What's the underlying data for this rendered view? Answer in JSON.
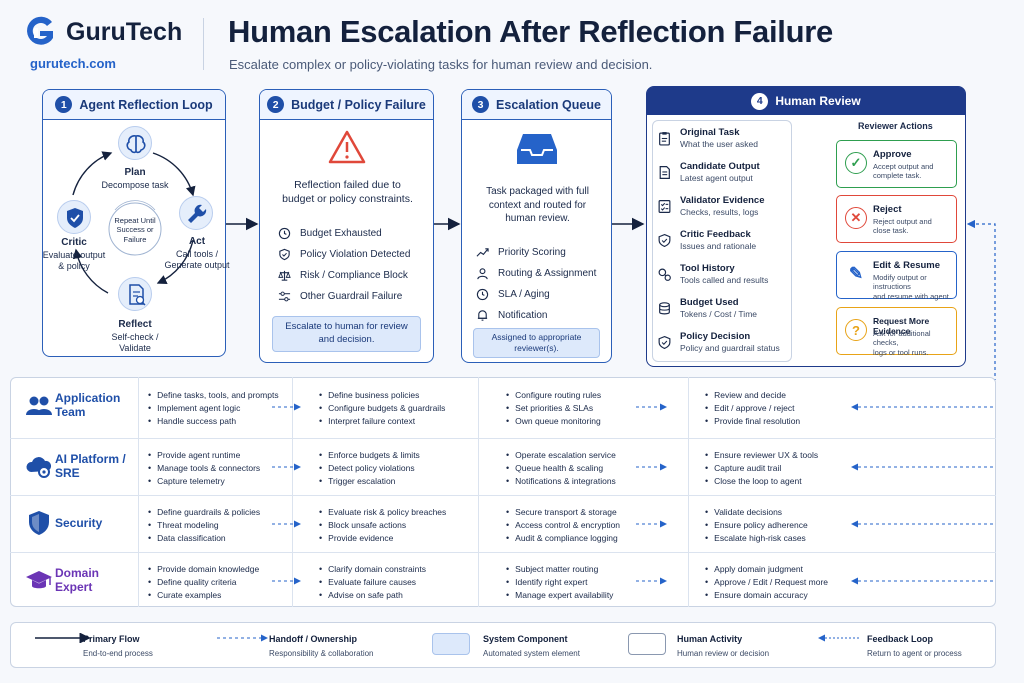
{
  "brand": {
    "name": "GuruTech",
    "url": "gurutech.com"
  },
  "header": {
    "title": "Human Escalation After Reflection Failure",
    "subtitle": "Escalate complex or policy-violating tasks for human review and decision."
  },
  "stages": {
    "s1": {
      "num": "1",
      "title": "Agent Reflection Loop",
      "plan_t": "Plan",
      "plan_s": "Decompose task",
      "act_t": "Act",
      "act_s1": "Call tools /",
      "act_s2": "Generate output",
      "reflect_t": "Reflect",
      "reflect_s1": "Self-check /",
      "reflect_s2": "Validate",
      "critic_t": "Critic",
      "critic_s1": "Evaluate output",
      "critic_s2": "& policy",
      "center1": "Repeat Until",
      "center2": "Success or",
      "center3": "Failure"
    },
    "s2": {
      "num": "2",
      "title": "Budget / Policy Failure",
      "text1": "Reflection failed due to",
      "text2": "budget or policy constraints.",
      "items": [
        "Budget Exhausted",
        "Policy Violation Detected",
        "Risk / Compliance Block",
        "Other Guardrail Failure"
      ],
      "note1": "Escalate to human for review",
      "note2": "and decision."
    },
    "s3": {
      "num": "3",
      "title": "Escalation Queue",
      "text1": "Task packaged with full",
      "text2": "context and routed for",
      "text3": "human review.",
      "items": [
        "Priority Scoring",
        "Routing & Assignment",
        "SLA / Aging",
        "Notification"
      ],
      "note1": "Assigned to appropriate",
      "note2": "reviewer(s)."
    },
    "s4": {
      "num": "4",
      "title": "Human Review",
      "items": [
        {
          "t": "Original Task",
          "s": "What the user asked"
        },
        {
          "t": "Candidate Output",
          "s": "Latest agent output"
        },
        {
          "t": "Validator Evidence",
          "s": "Checks, results, logs"
        },
        {
          "t": "Critic Feedback",
          "s": "Issues and rationale"
        },
        {
          "t": "Tool History",
          "s": "Tools called and results"
        },
        {
          "t": "Budget Used",
          "s": "Tokens / Cost / Time"
        },
        {
          "t": "Policy Decision",
          "s": "Policy and guardrail status"
        }
      ],
      "actions_title": "Reviewer Actions",
      "actions": [
        {
          "t": "Approve",
          "s1": "Accept output and",
          "s2": "complete task.",
          "glyph": "✓"
        },
        {
          "t": "Reject",
          "s1": "Reject output and",
          "s2": "close task.",
          "glyph": "✕"
        },
        {
          "t": "Edit & Resume",
          "s1": "Modify output or instructions",
          "s2": "and resume with agent.",
          "glyph": "✎"
        },
        {
          "t": "Request More Evidence",
          "s1": "Ask for additional checks,",
          "s2": "logs or tool runs.",
          "glyph": "?"
        }
      ]
    }
  },
  "lanes": [
    {
      "name1": "Application",
      "name2": "Team",
      "c1": [
        "Define tasks, tools, and prompts",
        "Implement agent logic",
        "Handle success path"
      ],
      "c2": [
        "Define business policies",
        "Configure budgets & guardrails",
        "Interpret failure context"
      ],
      "c3": [
        "Configure routing rules",
        "Set priorities & SLAs",
        "Own queue monitoring"
      ],
      "c4": [
        "Review and decide",
        "Edit / approve / reject",
        "Provide final resolution"
      ]
    },
    {
      "name1": "AI Platform /",
      "name2": "SRE",
      "c1": [
        "Provide agent runtime",
        "Manage tools & connectors",
        "Capture telemetry"
      ],
      "c2": [
        "Enforce budgets & limits",
        "Detect policy violations",
        "Trigger escalation"
      ],
      "c3": [
        "Operate escalation service",
        "Queue health & scaling",
        "Notifications & integrations"
      ],
      "c4": [
        "Ensure reviewer UX & tools",
        "Capture audit trail",
        "Close the loop to agent"
      ]
    },
    {
      "name1": "Security",
      "name2": "",
      "c1": [
        "Define guardrails & policies",
        "Threat modeling",
        "Data classification"
      ],
      "c2": [
        "Evaluate risk & policy breaches",
        "Block unsafe actions",
        "Provide evidence"
      ],
      "c3": [
        "Secure transport & storage",
        "Access control & encryption",
        "Audit & compliance logging"
      ],
      "c4": [
        "Validate decisions",
        "Ensure policy adherence",
        "Escalate high-risk cases"
      ]
    },
    {
      "name1": "Domain",
      "name2": "Expert",
      "c1": [
        "Provide domain knowledge",
        "Define quality criteria",
        "Curate examples"
      ],
      "c2": [
        "Clarify domain constraints",
        "Evaluate failure causes",
        "Advise on safe path"
      ],
      "c3": [
        "Subject matter routing",
        "Identify right expert",
        "Manage expert availability"
      ],
      "c4": [
        "Apply domain judgment",
        "Approve / Edit / Request more",
        "Ensure domain accuracy"
      ]
    }
  ],
  "legend": [
    {
      "t": "Primary Flow",
      "s": "End-to-end process"
    },
    {
      "t": "Handoff / Ownership",
      "s": "Responsibility & collaboration"
    },
    {
      "t": "System Component",
      "s": "Automated system element"
    },
    {
      "t": "Human Activity",
      "s": "Human review or decision"
    },
    {
      "t": "Feedback Loop",
      "s": "Return to agent or process"
    }
  ],
  "colors": {
    "primary": "#1f4fa8",
    "navy": "#1e3a8a",
    "danger": "#e0483a",
    "approve": "#2e9e4f",
    "reject": "#e0483a",
    "edit": "#2563c9",
    "evidence": "#e8a317"
  }
}
